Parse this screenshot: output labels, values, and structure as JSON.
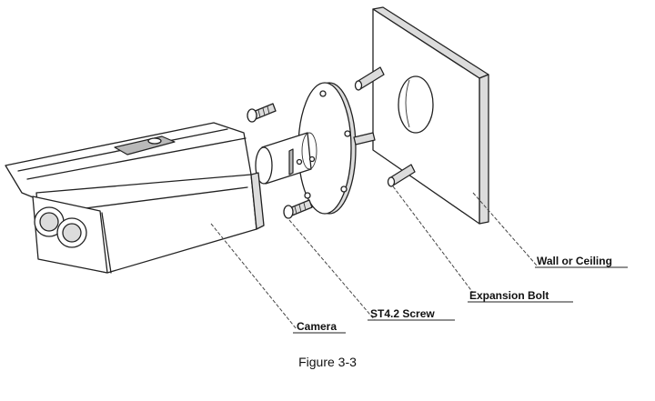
{
  "labels": {
    "wall": "Wall or Ceiling",
    "bolt": "Expansion Bolt",
    "screw": "ST4.2 Screw",
    "camera": "Camera"
  },
  "caption": "Figure 3-3"
}
